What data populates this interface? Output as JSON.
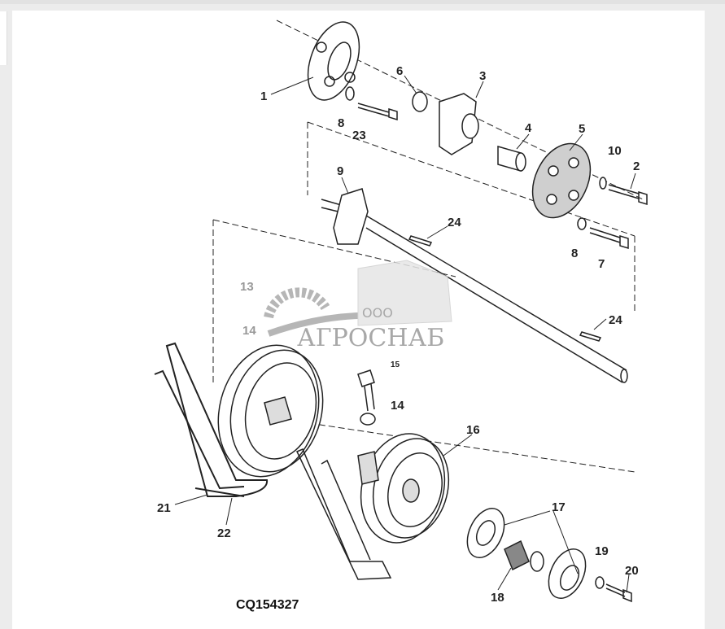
{
  "diagram": {
    "caption": "CQ154327",
    "callouts": [
      "1",
      "6",
      "3",
      "8",
      "23",
      "4",
      "5",
      "10",
      "2",
      "9",
      "24",
      "8",
      "7",
      "13",
      "14",
      "24",
      "15",
      "14",
      "16",
      "17",
      "21",
      "22",
      "19",
      "20",
      "18"
    ]
  },
  "watermark": {
    "prefix": "ООО",
    "name": "АГРОСНАБ"
  }
}
